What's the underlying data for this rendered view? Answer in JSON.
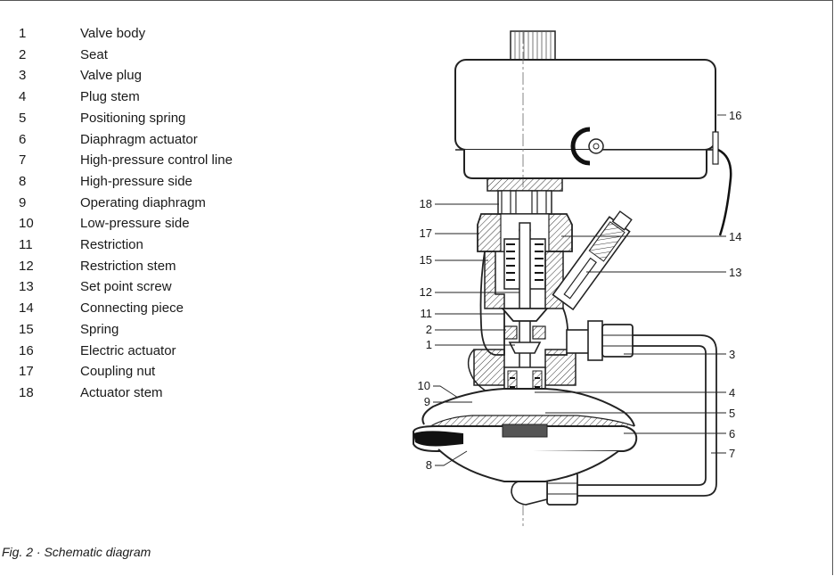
{
  "legend": [
    {
      "num": "1",
      "label": "Valve body"
    },
    {
      "num": "2",
      "label": "Seat"
    },
    {
      "num": "3",
      "label": "Valve plug"
    },
    {
      "num": "4",
      "label": "Plug stem"
    },
    {
      "num": "5",
      "label": "Positioning spring"
    },
    {
      "num": "6",
      "label": "Diaphragm actuator"
    },
    {
      "num": "7",
      "label": "High-pressure control line"
    },
    {
      "num": "8",
      "label": "High-pressure side"
    },
    {
      "num": "9",
      "label": "Operating diaphragm"
    },
    {
      "num": "10",
      "label": "Low-pressure side"
    },
    {
      "num": "11",
      "label": "Restriction"
    },
    {
      "num": "12",
      "label": "Restriction stem"
    },
    {
      "num": "13",
      "label": "Set point screw"
    },
    {
      "num": "14",
      "label": "Connecting piece"
    },
    {
      "num": "15",
      "label": "Spring"
    },
    {
      "num": "16",
      "label": "Electric actuator"
    },
    {
      "num": "17",
      "label": "Coupling nut"
    },
    {
      "num": "18",
      "label": "Actuator stem"
    }
  ],
  "callouts": {
    "c1": "1",
    "c2": "2",
    "c3": "3",
    "c4": "4",
    "c5": "5",
    "c6": "6",
    "c7": "7",
    "c8": "8",
    "c9": "9",
    "c10": "10",
    "c11": "11",
    "c12": "12",
    "c13": "13",
    "c14": "14",
    "c15": "15",
    "c16": "16",
    "c17": "17",
    "c18": "18"
  },
  "caption": "Fig. 2 · Schematic diagram"
}
